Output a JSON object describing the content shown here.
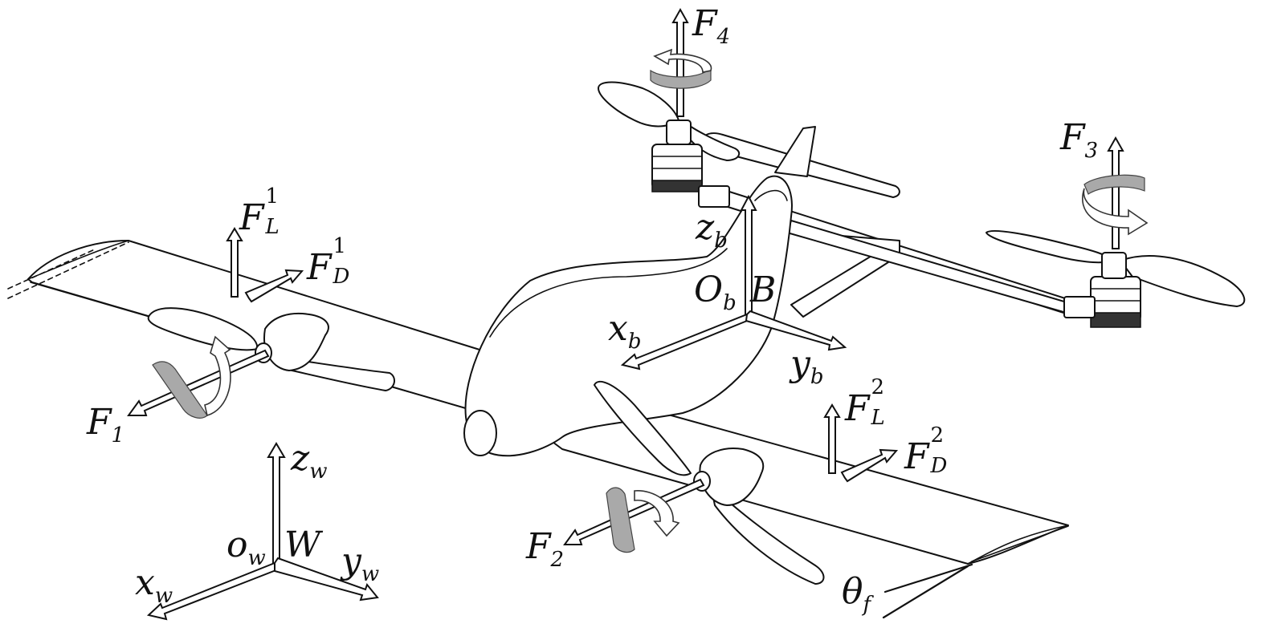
{
  "labels": {
    "F4": {
      "main": "F",
      "sub": "4"
    },
    "F3": {
      "main": "F",
      "sub": "3"
    },
    "F1": {
      "main": "F",
      "sub": "1"
    },
    "F2": {
      "main": "F",
      "sub": "2"
    },
    "FL1": {
      "main": "F",
      "sup": "1",
      "sub": "L"
    },
    "FD1": {
      "main": "F",
      "sup": "1",
      "sub": "D"
    },
    "FL2": {
      "main": "F",
      "sup": "2",
      "sub": "L"
    },
    "FD2": {
      "main": "F",
      "sup": "2",
      "sub": "D"
    },
    "zb": {
      "main": "z",
      "sub": "b"
    },
    "Ob": {
      "main": "O",
      "sub": "b"
    },
    "B": {
      "main": "B"
    },
    "xb": {
      "main": "x",
      "sub": "b"
    },
    "yb": {
      "main": "y",
      "sub": "b"
    },
    "zw": {
      "main": "z",
      "sub": "w"
    },
    "ow": {
      "main": "o",
      "sub": "w"
    },
    "W": {
      "main": "W"
    },
    "xw": {
      "main": "x",
      "sub": "w"
    },
    "yw": {
      "main": "y",
      "sub": "w"
    },
    "thetaf": {
      "main": "θ",
      "sub": "f"
    }
  }
}
